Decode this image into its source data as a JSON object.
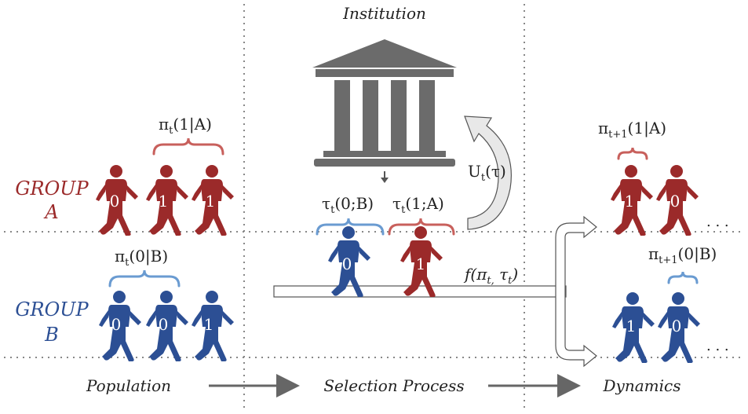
{
  "institution_label": "Institution",
  "group_a": {
    "line1": "GROUP",
    "line2": "A",
    "color": "#9b2a2a"
  },
  "group_b": {
    "line1": "GROUP",
    "line2": "B",
    "color": "#2c4f94"
  },
  "population": {
    "brace_a_label": "π",
    "brace_a_sub": "t",
    "brace_a_rest": "(1|A)",
    "brace_b_label": "π",
    "brace_b_sub": "t",
    "brace_b_rest": "(0|B)",
    "people_a": [
      "0",
      "1",
      "1"
    ],
    "people_b": [
      "0",
      "0",
      "1"
    ]
  },
  "selection": {
    "tau_b_label": "τ",
    "tau_b_sub": "t",
    "tau_b_rest": "(0;B)",
    "tau_a_label": "τ",
    "tau_a_sub": "t",
    "tau_a_rest": "(1;A)",
    "person_b": "0",
    "person_a": "1",
    "utility_label": "U",
    "utility_sub": "t",
    "utility_rest": "(τ)",
    "f_label": "f(π",
    "f_sub1": "t,",
    "f_mid": " τ",
    "f_sub2": "t",
    "f_end": ")"
  },
  "dynamics": {
    "brace_a_label": "π",
    "brace_a_sub": "t+1",
    "brace_a_rest": "(1|A)",
    "brace_b_label": "π",
    "brace_b_sub": "t+1",
    "brace_b_rest": "(0|B)",
    "people_a": [
      "1",
      "0"
    ],
    "people_b": [
      "1",
      "0"
    ],
    "ellipsis": ". . ."
  },
  "bottom": {
    "population": "Population",
    "selection": "Selection Process",
    "dynamics": "Dynamics"
  },
  "colors": {
    "red": "#9b2a2a",
    "blue": "#2c4f94",
    "brace_red": "#c8605c",
    "brace_blue": "#6a9bd1",
    "institution": "#6b6b6b",
    "dotted": "#888888",
    "arrow": "#666666"
  }
}
